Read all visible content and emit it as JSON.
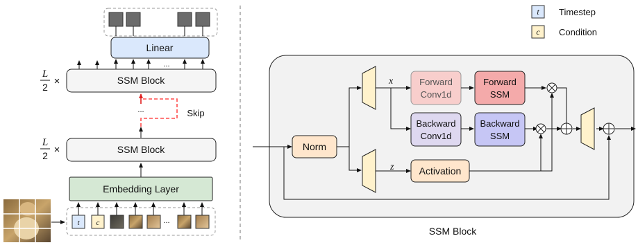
{
  "legend": {
    "timestep": {
      "symbol": "t",
      "label": "Timestep",
      "color": "#dbe8f7"
    },
    "condition": {
      "symbol": "c",
      "label": "Condition",
      "color": "#fff2cc"
    }
  },
  "left_stack": {
    "linear_label": "Linear",
    "ssm_block_top": "SSM Block",
    "ssm_block_bottom": "SSM Block",
    "multiplier_top": {
      "numerator": "L",
      "denominator": "2",
      "times": "×"
    },
    "multiplier_bottom": {
      "numerator": "L",
      "denominator": "2",
      "times": "×"
    },
    "skip_label": "Skip",
    "vertical_ellipsis": "...",
    "output_ellipsis": "...",
    "embedding_label": "Embedding Layer",
    "token_t": "t",
    "token_c": "c",
    "token_ellipsis": "..."
  },
  "ssm_detail": {
    "title": "SSM Block",
    "norm": "Norm",
    "x_label": "x",
    "z_label": "z",
    "forward_conv": [
      "Forward",
      "Conv1d"
    ],
    "forward_ssm": [
      "Forward",
      "SSM"
    ],
    "backward_conv": [
      "Backward",
      "Conv1d"
    ],
    "backward_ssm": [
      "Backward",
      "SSM"
    ],
    "activation": "Activation"
  },
  "colors": {
    "linear": "#dae8fc",
    "ssm_block": "#f5f5f5",
    "embedding": "#d5e8d4",
    "norm": "#ffe6cc",
    "forward_conv": "#f8cecc",
    "forward_ssm": "#f4aaaa",
    "backward_conv": "#ded8f0",
    "backward_ssm": "#c6c6f5",
    "activation": "#ffe6cc",
    "skip": "#ff4d4d"
  }
}
